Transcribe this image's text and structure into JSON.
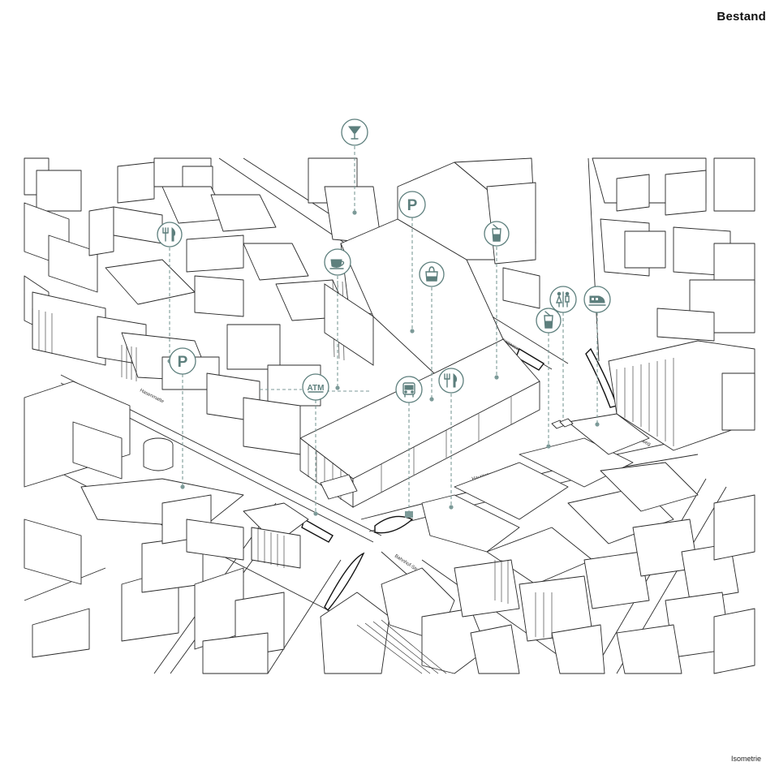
{
  "title": "Bestand",
  "view_label": "Isometrie",
  "streets": {
    "a": "Hasenmatte",
    "b": "Untergasse",
    "c": "Hauptstrasse",
    "d": "Sonnenweg",
    "e": "Bahnhof-Strasse"
  },
  "poi_labels": {
    "atm": "ATM",
    "parking": "P"
  },
  "colors": {
    "ink": "#2a2a2a",
    "accent": "#5d7f7d",
    "leader": "#7c9a98",
    "background": "#ffffff"
  },
  "icons": [
    "cocktail-bar-icon",
    "parking-icon",
    "restaurant-icon",
    "coffee-cup-icon",
    "shopping-bag-icon",
    "drink-icon",
    "toilet-icon",
    "train-icon",
    "atm-icon",
    "bus-icon"
  ]
}
